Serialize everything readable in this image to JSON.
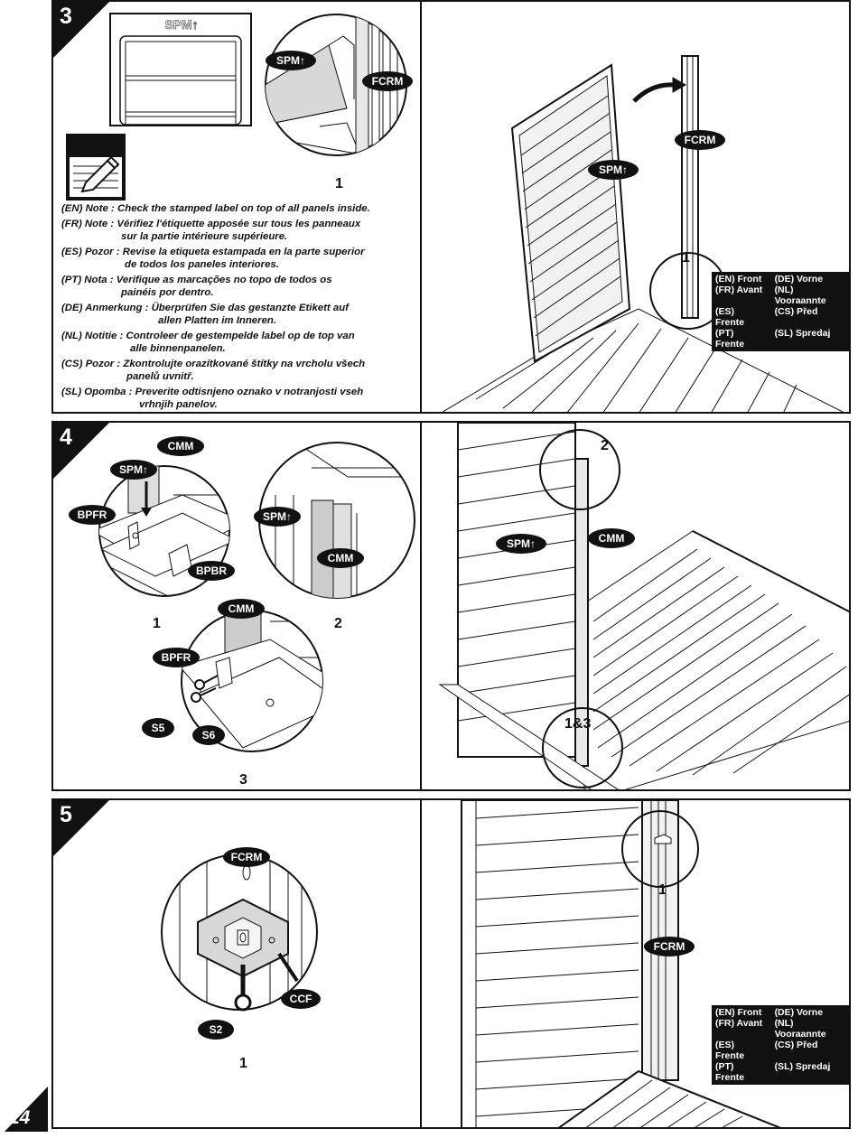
{
  "page": {
    "number": "14"
  },
  "steps": [
    {
      "number": "3"
    },
    {
      "number": "4"
    },
    {
      "number": "5"
    }
  ],
  "labels": {
    "spm": "SPM↑",
    "fcrm": "FCRM",
    "cmm": "CMM",
    "bpfr": "BPFR",
    "bpbr": "BPBR",
    "s5": "S5",
    "s6": "S6",
    "ccf": "CCF",
    "s2": "S2"
  },
  "callouts": {
    "c1": "1",
    "c2": "2",
    "c3": "3",
    "c13": "1&3"
  },
  "notes": [
    {
      "lang": "(EN) Note :",
      "text": "Check the stamped label on top of all panels inside.",
      "cont": ""
    },
    {
      "lang": "(FR) Note :",
      "text": "Vérifiez l'étiquette apposée sur tous les panneaux",
      "cont": "sur la partie intérieure supérieure."
    },
    {
      "lang": "(ES) Pozor :",
      "text": "Revise la etiqueta estampada en la parte superior",
      "cont": "de todos los paneles interiores."
    },
    {
      "lang": "(PT) Nota :",
      "text": "Verifique as marcações no topo de todos os",
      "cont": "painéis por dentro."
    },
    {
      "lang": "(DE) Anmerkung :",
      "text": "Überprüfen Sie das gestanzte Etikett auf",
      "cont": "allen Platten im Inneren."
    },
    {
      "lang": "(NL) Notitie :",
      "text": "Controleer de gestempelde label op de top van",
      "cont": "alle binnenpanelen."
    },
    {
      "lang": "(CS) Pozor :",
      "text": "Zkontrolujte orazítkované štítky na vrcholu všech",
      "cont": "panelů uvnitř."
    },
    {
      "lang": "(SL) Opomba :",
      "text": "Preverite odtisnjeno oznako v notranjosti vseh",
      "cont": "vrhnjih panelov."
    }
  ],
  "legend": [
    "(EN) Front",
    "(DE) Vorne",
    "(FR) Avant",
    "(NL) Vooraannte",
    "(ES) Frente",
    "(CS) Před",
    "(PT) Frente",
    "(SL) Spredaj"
  ]
}
